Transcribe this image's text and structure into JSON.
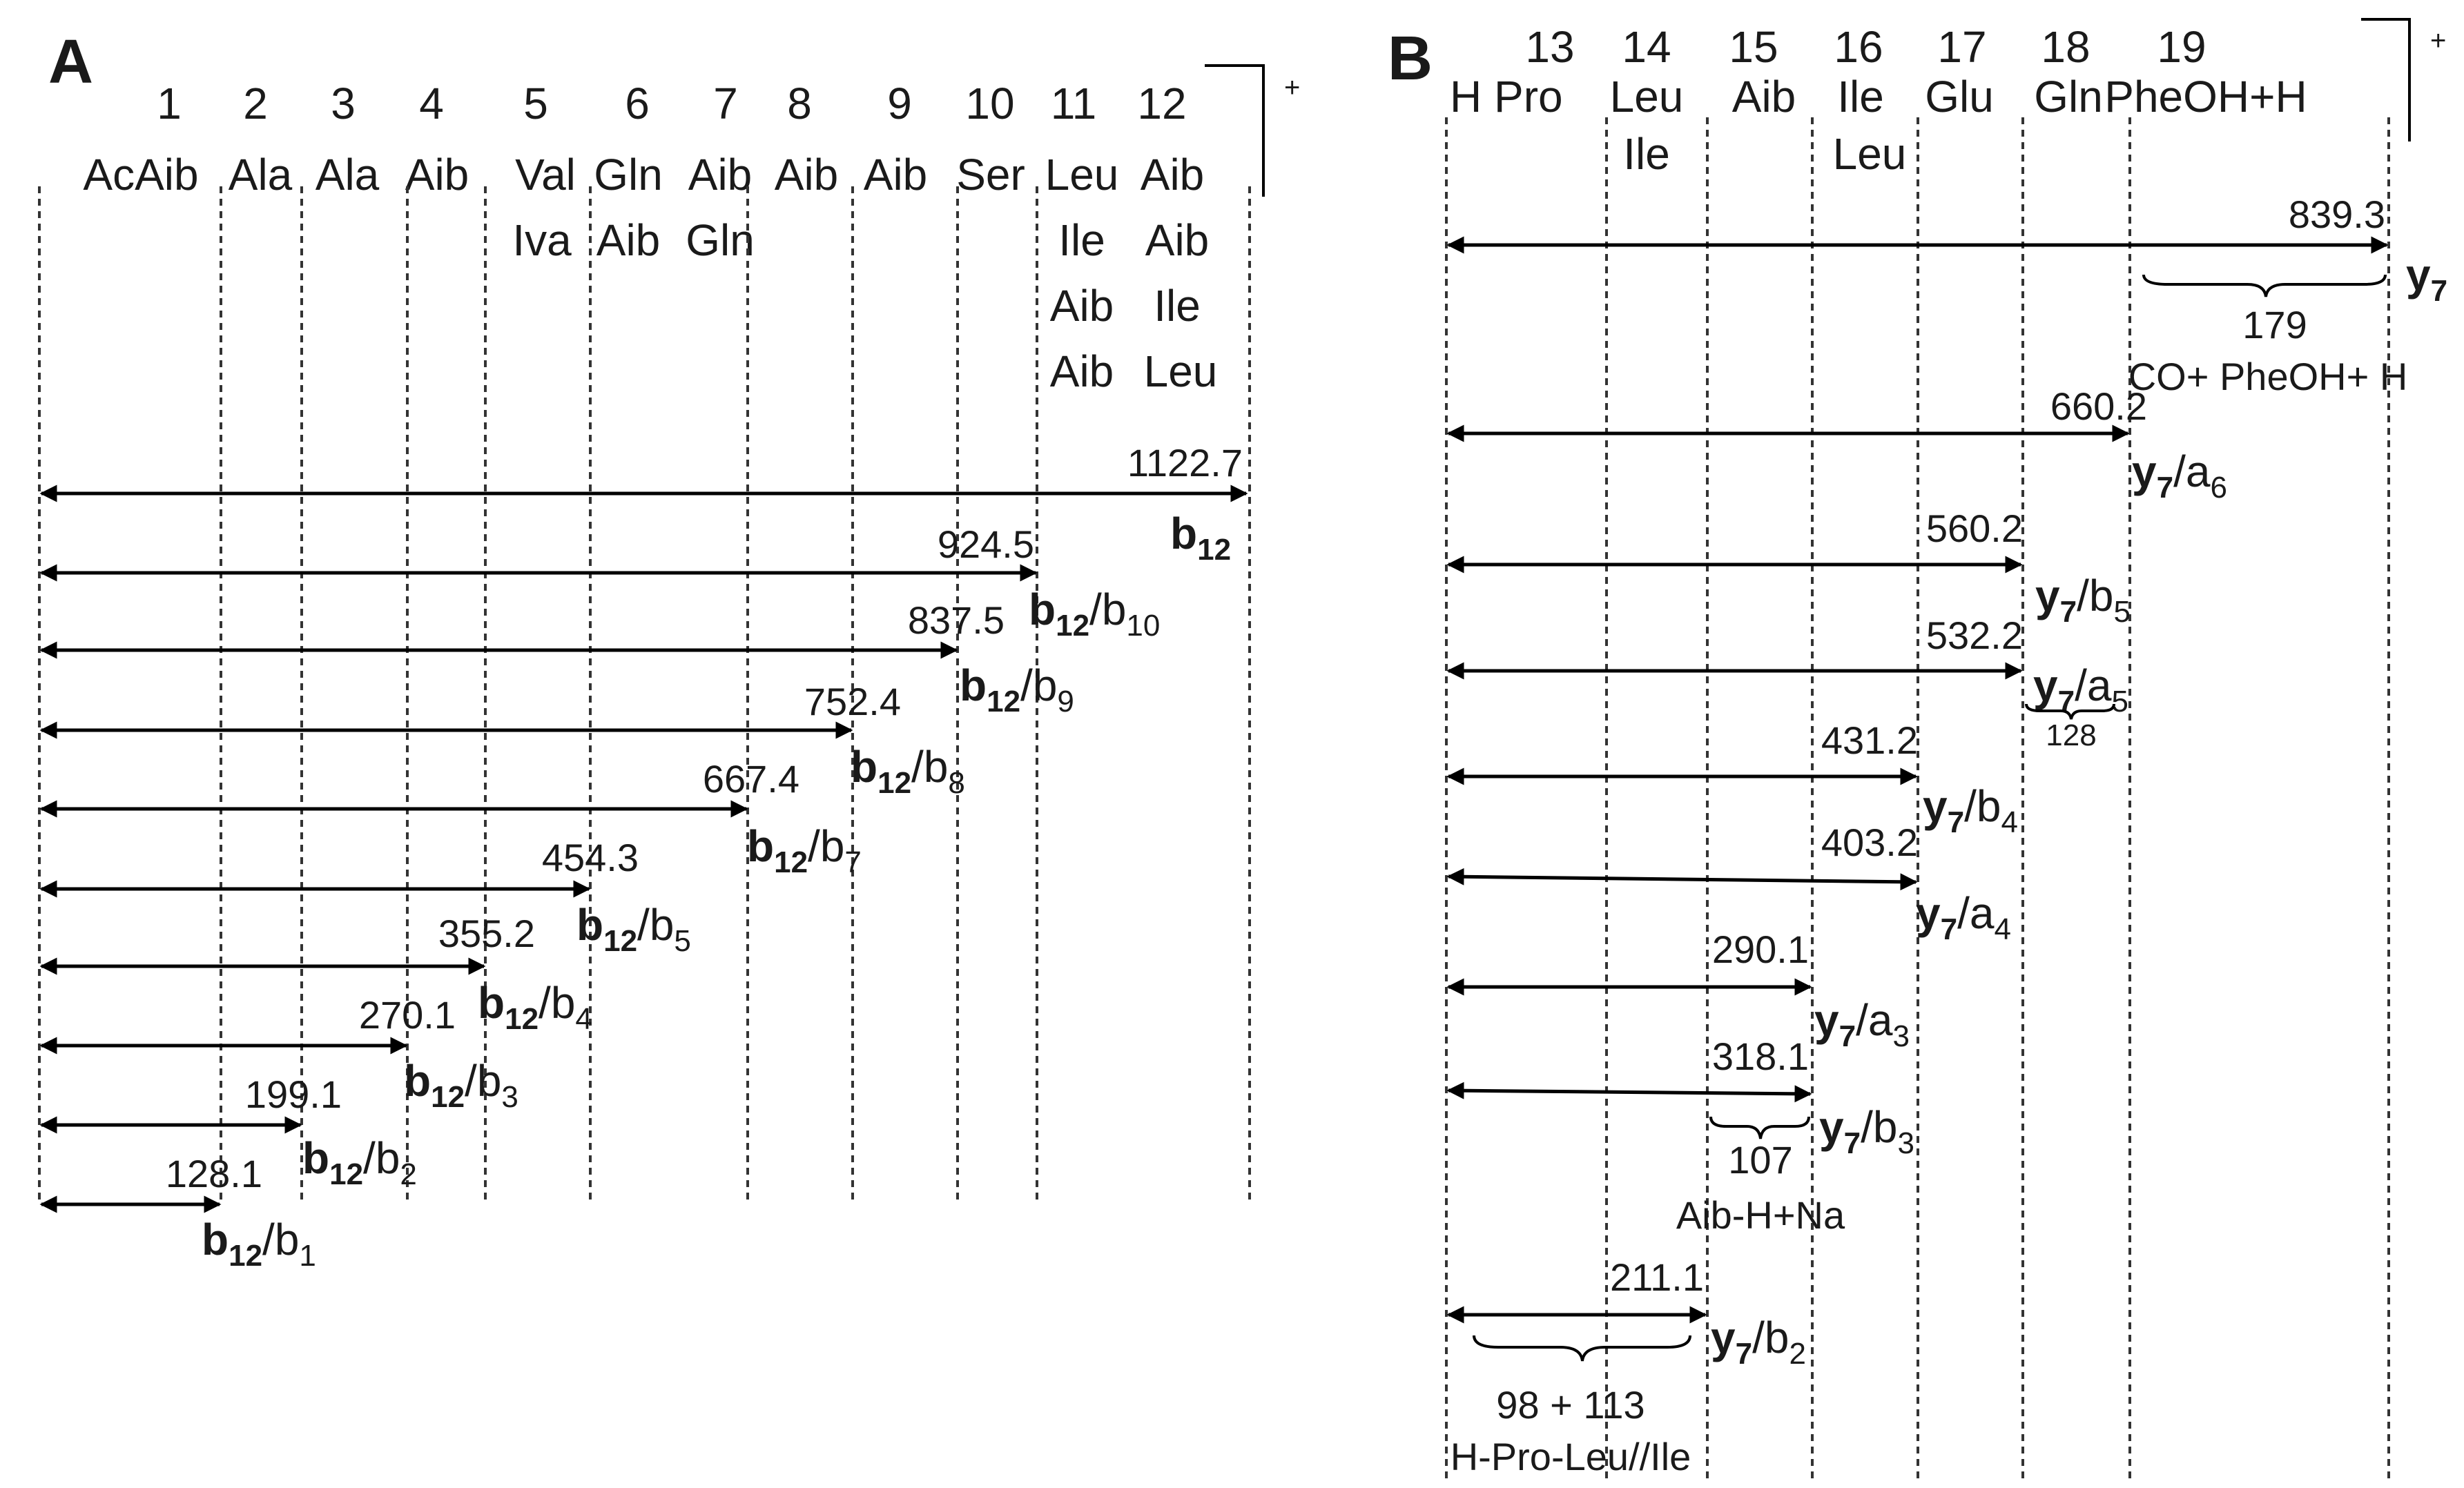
{
  "panel_a": {
    "label": "A",
    "charge": "+",
    "positions": [
      "1",
      "2",
      "3",
      "4",
      "5",
      "6",
      "7",
      "8",
      "9",
      "10",
      "11",
      "12"
    ],
    "residues_row1": [
      "AcAib",
      "Ala",
      "Ala",
      "Aib",
      "Val",
      "Gln",
      "Aib",
      "Aib",
      "Aib",
      "Ser",
      "Leu",
      "Aib"
    ],
    "residues_row2": [
      "Iva",
      "Aib",
      "Gln",
      "Ile",
      "Aib"
    ],
    "residues_row3": [
      "Aib",
      "Ile"
    ],
    "residues_row4": [
      "Aib",
      "Leu"
    ],
    "fragments": [
      {
        "mass": "1122.7",
        "ion": "b",
        "ion_sub": "12",
        "suffix": "",
        "suffix_sub": ""
      },
      {
        "mass": "924.5",
        "ion": "b",
        "ion_sub": "12",
        "suffix": "/b",
        "suffix_sub": "10"
      },
      {
        "mass": "837.5",
        "ion": "b",
        "ion_sub": "12",
        "suffix": "/b",
        "suffix_sub": "9"
      },
      {
        "mass": "752.4",
        "ion": "b",
        "ion_sub": "12",
        "suffix": "/b",
        "suffix_sub": "8"
      },
      {
        "mass": "667.4",
        "ion": "b",
        "ion_sub": "12",
        "suffix": "/b",
        "suffix_sub": "7"
      },
      {
        "mass": "454.3",
        "ion": "b",
        "ion_sub": "12",
        "suffix": "/b",
        "suffix_sub": "5"
      },
      {
        "mass": "355.2",
        "ion": "b",
        "ion_sub": "12",
        "suffix": "/b",
        "suffix_sub": "4"
      },
      {
        "mass": "270.1",
        "ion": "b",
        "ion_sub": "12",
        "suffix": "/b",
        "suffix_sub": "3"
      },
      {
        "mass": "199.1",
        "ion": "b",
        "ion_sub": "12",
        "suffix": "/b",
        "suffix_sub": "2"
      },
      {
        "mass": "128.1",
        "ion": "b",
        "ion_sub": "12",
        "suffix": "/b",
        "suffix_sub": "1"
      }
    ]
  },
  "panel_b": {
    "label": "B",
    "charge": "+",
    "positions": [
      "13",
      "14",
      "15",
      "16",
      "17",
      "18",
      "19"
    ],
    "residues_row1": [
      "H Pro",
      "Leu",
      "Aib",
      "Ile",
      "Glu",
      "Gln",
      "PheOH+H"
    ],
    "residues_row2": [
      "Ile",
      "Leu"
    ],
    "fragments": [
      {
        "mass": "839.3",
        "ion": "y",
        "ion_sub": "7",
        "suffix": "",
        "suffix_sub": ""
      },
      {
        "mass": "660.2",
        "ion": "y",
        "ion_sub": "7",
        "suffix": "/a",
        "suffix_sub": "6"
      },
      {
        "mass": "560.2",
        "ion": "y",
        "ion_sub": "7",
        "suffix": "/b",
        "suffix_sub": "5"
      },
      {
        "mass": "532.2",
        "ion": "y",
        "ion_sub": "7",
        "suffix": "/a",
        "suffix_sub": "5"
      },
      {
        "mass": "431.2",
        "ion": "y",
        "ion_sub": "7",
        "suffix": "/b",
        "suffix_sub": "4"
      },
      {
        "mass": "403.2",
        "ion": "y",
        "ion_sub": "7",
        "suffix": "/a",
        "suffix_sub": "4"
      },
      {
        "mass": "290.1",
        "ion": "y",
        "ion_sub": "7",
        "suffix": "/a",
        "suffix_sub": "3"
      },
      {
        "mass": "318.1",
        "ion": "y",
        "ion_sub": "7",
        "suffix": "/b",
        "suffix_sub": "3"
      },
      {
        "mass": "211.1",
        "ion": "y",
        "ion_sub": "7",
        "suffix": "/b",
        "suffix_sub": "2"
      }
    ],
    "annotations": {
      "y7_brace_value": "179",
      "y7_brace_label": "CO+ PheOH+ H",
      "a5_brace_value": "128",
      "b3_brace_value": "107",
      "b3_brace_label": "Aib-H+Na",
      "b2_brace_value": "98 + 113",
      "b2_brace_label": "H-Pro-Leu//Ile"
    }
  }
}
